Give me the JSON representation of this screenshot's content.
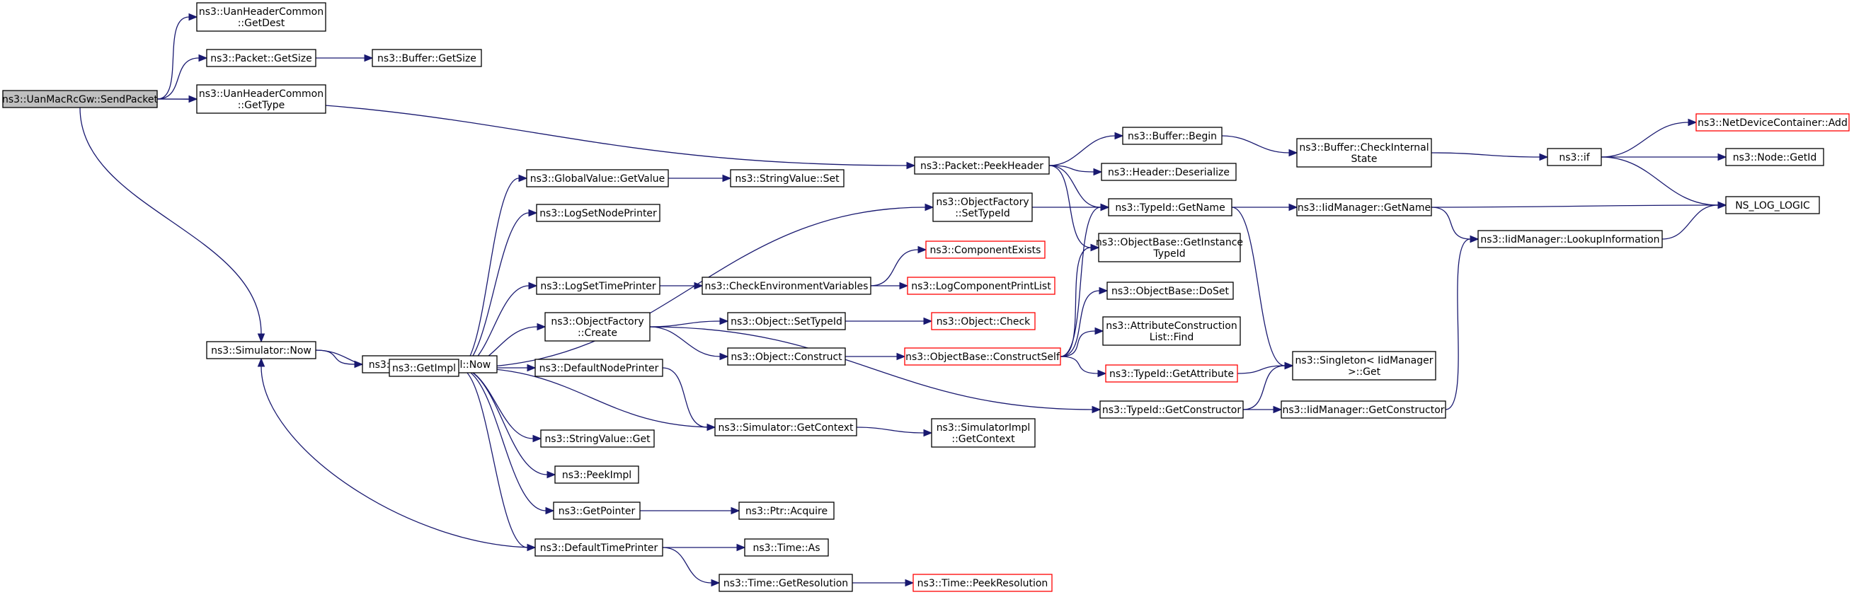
{
  "diagram": {
    "title": "",
    "nodes": [
      {
        "id": "send_packet",
        "lines": [
          "ns3::UanMacRcGw::SendPacket"
        ],
        "kind": "root"
      },
      {
        "id": "get_dest",
        "lines": [
          "ns3::UanHeaderCommon",
          "::GetDest"
        ],
        "kind": "normal"
      },
      {
        "id": "packet_getsize",
        "lines": [
          "ns3::Packet::GetSize"
        ],
        "kind": "normal"
      },
      {
        "id": "buffer_getsize",
        "lines": [
          "ns3::Buffer::GetSize"
        ],
        "kind": "normal"
      },
      {
        "id": "get_type",
        "lines": [
          "ns3::UanHeaderCommon",
          "::GetType"
        ],
        "kind": "normal"
      },
      {
        "id": "peek_header",
        "lines": [
          "ns3::Packet::PeekHeader"
        ],
        "kind": "normal"
      },
      {
        "id": "buffer_begin",
        "lines": [
          "ns3::Buffer::Begin"
        ],
        "kind": "normal"
      },
      {
        "id": "check_internal",
        "lines": [
          "ns3::Buffer::CheckInternal",
          "State"
        ],
        "kind": "normal"
      },
      {
        "id": "ns3_if",
        "lines": [
          "ns3::if"
        ],
        "kind": "normal"
      },
      {
        "id": "ndc_add",
        "lines": [
          "ns3::NetDeviceContainer::Add"
        ],
        "kind": "ext"
      },
      {
        "id": "node_getid",
        "lines": [
          "ns3::Node::GetId"
        ],
        "kind": "normal"
      },
      {
        "id": "log_logic",
        "lines": [
          "NS_LOG_LOGIC"
        ],
        "kind": "normal"
      },
      {
        "id": "header_deser",
        "lines": [
          "ns3::Header::Deserialize"
        ],
        "kind": "normal"
      },
      {
        "id": "gv_getvalue",
        "lines": [
          "ns3::GlobalValue::GetValue"
        ],
        "kind": "normal"
      },
      {
        "id": "sv_set",
        "lines": [
          "ns3::StringValue::Set"
        ],
        "kind": "normal"
      },
      {
        "id": "of_settypeid",
        "lines": [
          "ns3::ObjectFactory",
          "::SetTypeId"
        ],
        "kind": "normal"
      },
      {
        "id": "typeid_getname",
        "lines": [
          "ns3::TypeId::GetName"
        ],
        "kind": "normal"
      },
      {
        "id": "iid_getname",
        "lines": [
          "ns3::IidManager::GetName"
        ],
        "kind": "normal"
      },
      {
        "id": "iid_lookup",
        "lines": [
          "ns3::IidManager::LookupInformation"
        ],
        "kind": "normal"
      },
      {
        "id": "logset_node",
        "lines": [
          "ns3::LogSetNodePrinter"
        ],
        "kind": "normal"
      },
      {
        "id": "ob_getinst",
        "lines": [
          "ns3::ObjectBase::GetInstance",
          "TypeId"
        ],
        "kind": "normal"
      },
      {
        "id": "comp_exists",
        "lines": [
          "ns3::ComponentExists"
        ],
        "kind": "ext"
      },
      {
        "id": "logset_time",
        "lines": [
          "ns3::LogSetTimePrinter"
        ],
        "kind": "normal"
      },
      {
        "id": "check_env",
        "lines": [
          "ns3::CheckEnvironmentVariables"
        ],
        "kind": "normal"
      },
      {
        "id": "logcomp_print",
        "lines": [
          "ns3::LogComponentPrintList"
        ],
        "kind": "ext"
      },
      {
        "id": "ob_doset",
        "lines": [
          "ns3::ObjectBase::DoSet"
        ],
        "kind": "normal"
      },
      {
        "id": "of_create",
        "lines": [
          "ns3::ObjectFactory",
          "::Create"
        ],
        "kind": "normal"
      },
      {
        "id": "obj_settypeid",
        "lines": [
          "ns3::Object::SetTypeId"
        ],
        "kind": "normal"
      },
      {
        "id": "obj_check",
        "lines": [
          "ns3::Object::Check"
        ],
        "kind": "ext"
      },
      {
        "id": "attr_find",
        "lines": [
          "ns3::AttributeConstruction",
          "List::Find"
        ],
        "kind": "normal"
      },
      {
        "id": "sim_now",
        "lines": [
          "ns3::Simulator::Now"
        ],
        "kind": "normal"
      },
      {
        "id": "simimpl_now",
        "lines": [
          "ns3::SimulatorImpl::Now"
        ],
        "kind": "normal"
      },
      {
        "id": "obj_construct",
        "lines": [
          "ns3::Object::Construct"
        ],
        "kind": "normal"
      },
      {
        "id": "ob_constructself",
        "lines": [
          "ns3::ObjectBase::ConstructSelf"
        ],
        "kind": "ext"
      },
      {
        "id": "singleton_get",
        "lines": [
          "ns3::Singleton< IidManager",
          " >::Get"
        ],
        "kind": "normal"
      },
      {
        "id": "get_impl",
        "lines": [
          "ns3::GetImpl"
        ],
        "kind": "normal"
      },
      {
        "id": "default_node",
        "lines": [
          "ns3::DefaultNodePrinter"
        ],
        "kind": "normal"
      },
      {
        "id": "typeid_getattr",
        "lines": [
          "ns3::TypeId::GetAttribute"
        ],
        "kind": "ext"
      },
      {
        "id": "typeid_getctor",
        "lines": [
          "ns3::TypeId::GetConstructor"
        ],
        "kind": "normal"
      },
      {
        "id": "iid_getctor",
        "lines": [
          "ns3::IidManager::GetConstructor"
        ],
        "kind": "normal"
      },
      {
        "id": "sim_getctx",
        "lines": [
          "ns3::Simulator::GetContext"
        ],
        "kind": "normal"
      },
      {
        "id": "simimpl_getctx",
        "lines": [
          "ns3::SimulatorImpl",
          "::GetContext"
        ],
        "kind": "normal"
      },
      {
        "id": "sv_get",
        "lines": [
          "ns3::StringValue::Get"
        ],
        "kind": "normal"
      },
      {
        "id": "peek_impl",
        "lines": [
          "ns3::PeekImpl"
        ],
        "kind": "normal"
      },
      {
        "id": "get_pointer",
        "lines": [
          "ns3::GetPointer"
        ],
        "kind": "normal"
      },
      {
        "id": "ptr_acquire",
        "lines": [
          "ns3::Ptr::Acquire"
        ],
        "kind": "normal"
      },
      {
        "id": "default_time",
        "lines": [
          "ns3::DefaultTimePrinter"
        ],
        "kind": "normal"
      },
      {
        "id": "time_as",
        "lines": [
          "ns3::Time::As"
        ],
        "kind": "normal"
      },
      {
        "id": "time_getres",
        "lines": [
          "ns3::Time::GetResolution"
        ],
        "kind": "normal"
      },
      {
        "id": "time_peekres",
        "lines": [
          "ns3::Time::PeekResolution"
        ],
        "kind": "ext"
      }
    ],
    "edges": [
      [
        "send_packet",
        "get_dest"
      ],
      [
        "send_packet",
        "packet_getsize"
      ],
      [
        "send_packet",
        "get_type"
      ],
      [
        "send_packet",
        "peek_header"
      ],
      [
        "send_packet",
        "sim_now"
      ],
      [
        "packet_getsize",
        "buffer_getsize"
      ],
      [
        "peek_header",
        "buffer_begin"
      ],
      [
        "peek_header",
        "header_deser"
      ],
      [
        "peek_header",
        "typeid_getname"
      ],
      [
        "peek_header",
        "ob_getinst"
      ],
      [
        "buffer_begin",
        "check_internal"
      ],
      [
        "check_internal",
        "ns3_if"
      ],
      [
        "ns3_if",
        "ndc_add"
      ],
      [
        "ns3_if",
        "node_getid"
      ],
      [
        "ns3_if",
        "log_logic"
      ],
      [
        "typeid_getname",
        "iid_getname"
      ],
      [
        "typeid_getname",
        "singleton_get"
      ],
      [
        "iid_getname",
        "log_logic"
      ],
      [
        "iid_getname",
        "iid_lookup"
      ],
      [
        "iid_lookup",
        "log_logic"
      ],
      [
        "gv_getvalue",
        "sv_set"
      ],
      [
        "of_settypeid",
        "typeid_getname"
      ],
      [
        "logset_time",
        "check_env"
      ],
      [
        "check_env",
        "comp_exists"
      ],
      [
        "check_env",
        "logcomp_print"
      ],
      [
        "of_create",
        "obj_settypeid"
      ],
      [
        "of_create",
        "obj_construct"
      ],
      [
        "of_create",
        "typeid_getctor"
      ],
      [
        "obj_settypeid",
        "obj_check"
      ],
      [
        "obj_construct",
        "ob_constructself"
      ],
      [
        "ob_constructself",
        "typeid_getname"
      ],
      [
        "ob_constructself",
        "ob_getinst"
      ],
      [
        "ob_constructself",
        "ob_doset"
      ],
      [
        "ob_constructself",
        "attr_find"
      ],
      [
        "ob_constructself",
        "typeid_getattr"
      ],
      [
        "typeid_getattr",
        "singleton_get"
      ],
      [
        "typeid_getctor",
        "singleton_get"
      ],
      [
        "typeid_getctor",
        "iid_getctor"
      ],
      [
        "iid_getctor",
        "iid_lookup"
      ],
      [
        "sim_now",
        "simimpl_now"
      ],
      [
        "sim_now",
        "get_impl"
      ],
      [
        "get_impl",
        "gv_getvalue"
      ],
      [
        "get_impl",
        "logset_node"
      ],
      [
        "get_impl",
        "of_settypeid"
      ],
      [
        "get_impl",
        "logset_time"
      ],
      [
        "get_impl",
        "of_create"
      ],
      [
        "get_impl",
        "default_node"
      ],
      [
        "get_impl",
        "sv_get"
      ],
      [
        "get_impl",
        "peek_impl"
      ],
      [
        "get_impl",
        "get_pointer"
      ],
      [
        "get_impl",
        "default_time"
      ],
      [
        "default_node",
        "sim_getctx"
      ],
      [
        "sim_getctx",
        "get_impl"
      ],
      [
        "sim_getctx",
        "simimpl_getctx"
      ],
      [
        "get_pointer",
        "ptr_acquire"
      ],
      [
        "default_time",
        "sim_now"
      ],
      [
        "default_time",
        "time_as"
      ],
      [
        "default_time",
        "time_getres"
      ],
      [
        "time_getres",
        "time_peekres"
      ]
    ]
  }
}
